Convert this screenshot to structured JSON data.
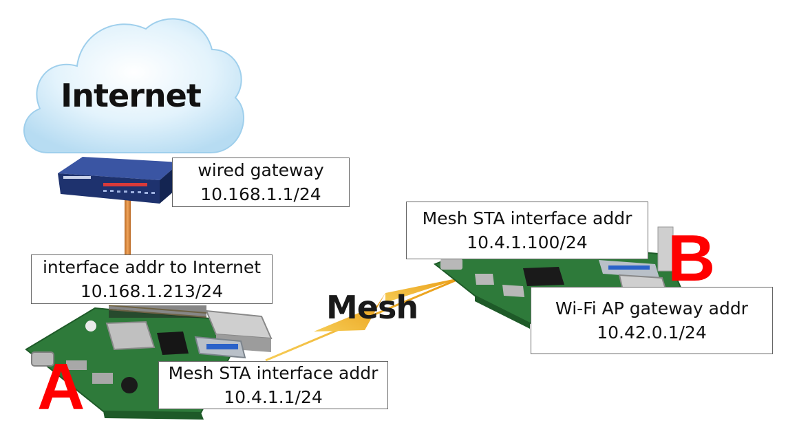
{
  "cloud": {
    "label": "Internet"
  },
  "link_label": "Mesh",
  "nodes": {
    "a": "A",
    "b": "B"
  },
  "boxes": {
    "wired_gateway": {
      "title": "wired gateway",
      "value": "10.168.1.1/24"
    },
    "internet_iface": {
      "title": "interface addr to Internet",
      "value": "10.168.1.213/24"
    },
    "mesh_sta_a": {
      "title": "Mesh STA interface addr",
      "value": "10.4.1.1/24"
    },
    "mesh_sta_b": {
      "title": "Mesh STA interface addr",
      "value": "10.4.1.100/24"
    },
    "wifi_ap": {
      "title": "Wi-Fi AP gateway addr",
      "value": "10.42.0.1/24"
    }
  },
  "colors": {
    "node_label": "#ff0000",
    "cable": "#d98a3c",
    "mesh_link": "#f0a81a",
    "board": "#2e7a3a",
    "router": "#24397a",
    "cloud": "#cde9f8"
  },
  "icons": [
    "cloud-icon",
    "router-icon",
    "ethernet-cable-icon",
    "raspberry-pi-board-icon",
    "mesh-link-icon"
  ]
}
